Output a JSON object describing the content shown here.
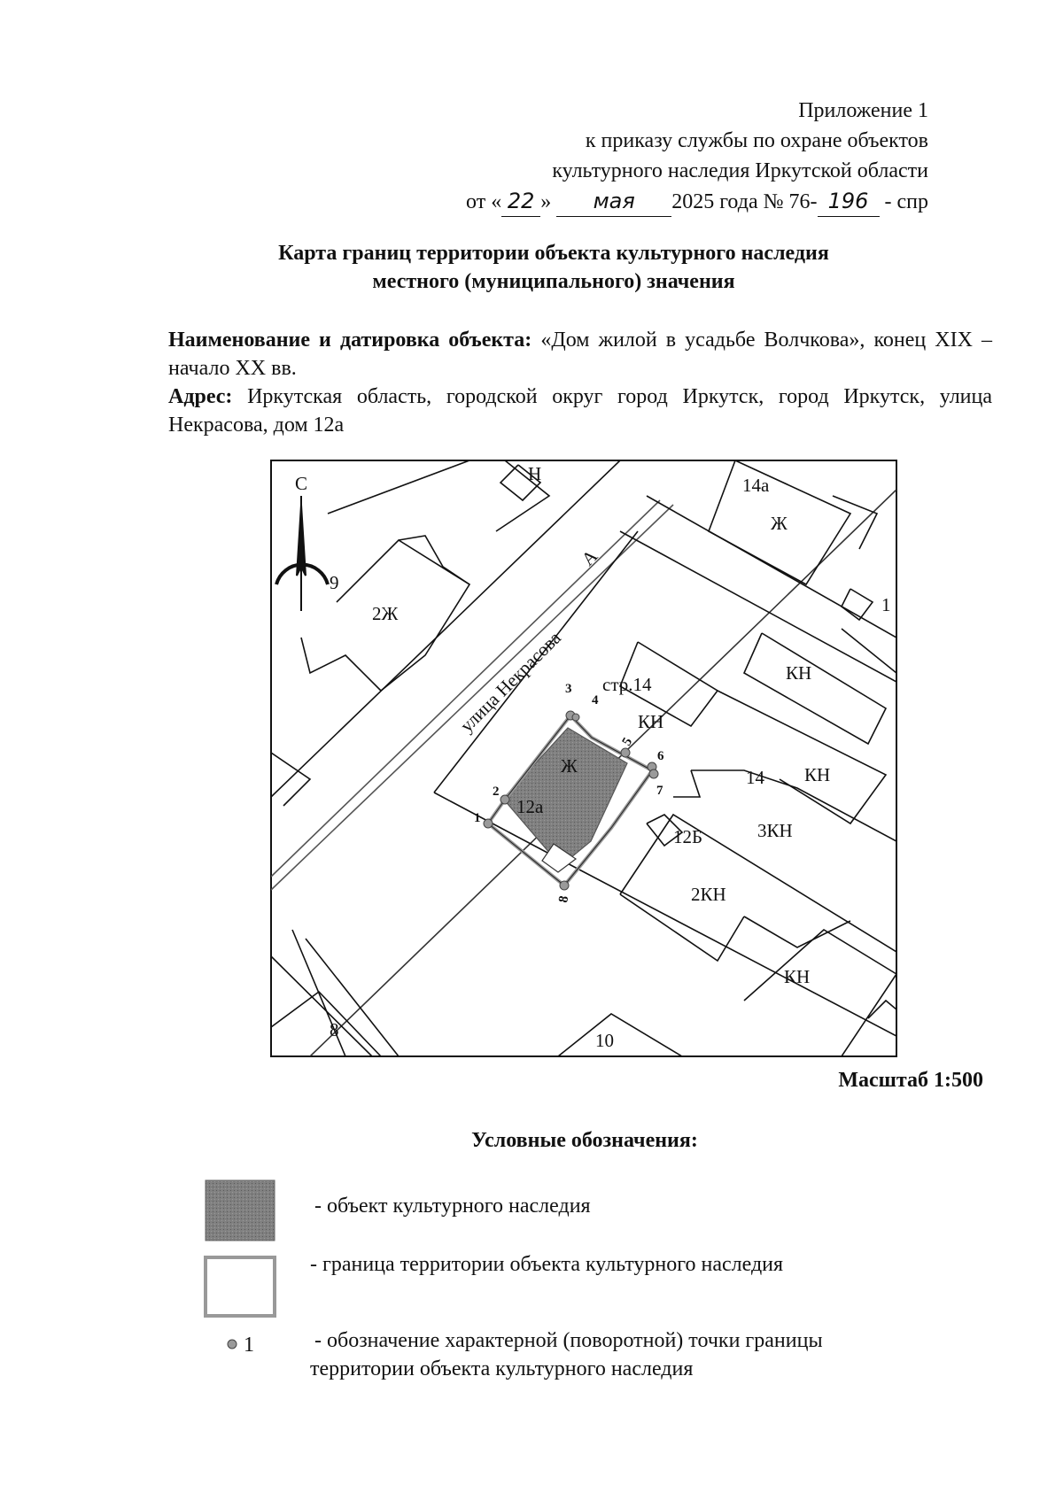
{
  "appendix": {
    "line1": "Приложение 1",
    "line2": "к приказу службы по охране объектов",
    "line3": "культурного наследия Иркутской области",
    "date_prefix": "от «",
    "day": "22",
    "date_mid": "»",
    "month": "мая",
    "date_year": "2025 года № 76-",
    "number": "196",
    "suffix": "- спр"
  },
  "title": {
    "line1": "Карта границ территории объекта культурного наследия",
    "line2": "местного (муниципального) значения"
  },
  "object": {
    "name_label": "Наименование и датировка объекта:",
    "name_value": "«Дом жилой в усадьбе Волчкова», конец XIX – начало XX вв.",
    "address_label": "Адрес:",
    "address_value": "Иркутская область, городской округ город Иркутск, город Иркутск, улица Некрасова, дом 12а"
  },
  "map": {
    "north": "С",
    "street": "улица Некрасова",
    "road_mark": "А",
    "labels": {
      "h": "Н",
      "l14a": "14а",
      "zh_top": "Ж",
      "n9": "9",
      "zh2": "2Ж",
      "n1": "1",
      "kn_right_top": "КН",
      "str14": "стр.14",
      "kn_mid": "КН",
      "zh_obj": "Ж",
      "n14": "14",
      "kn_14": "КН",
      "l12a": "12а",
      "l12b": "12Б",
      "kn3": "3КН",
      "kn2": "2КН",
      "kn_bottom": "КН",
      "n8": "8",
      "n10": "10"
    },
    "points": [
      "1",
      "2",
      "3",
      "4",
      "5",
      "6",
      "7",
      "8"
    ]
  },
  "scale": "Масштаб 1:500",
  "legend": {
    "title": "Условные обозначения:",
    "items": [
      {
        "text": "- объект культурного наследия"
      },
      {
        "text": "- граница территории объекта культурного наследия"
      },
      {
        "symbol": "1",
        "text": "- обозначение характерной (поворотной) точки границы территории объекта культурного наследия"
      }
    ]
  },
  "colors": {
    "heritage_fill": "#7a7a7a",
    "boundary": "#999999",
    "ink": "#111111"
  }
}
